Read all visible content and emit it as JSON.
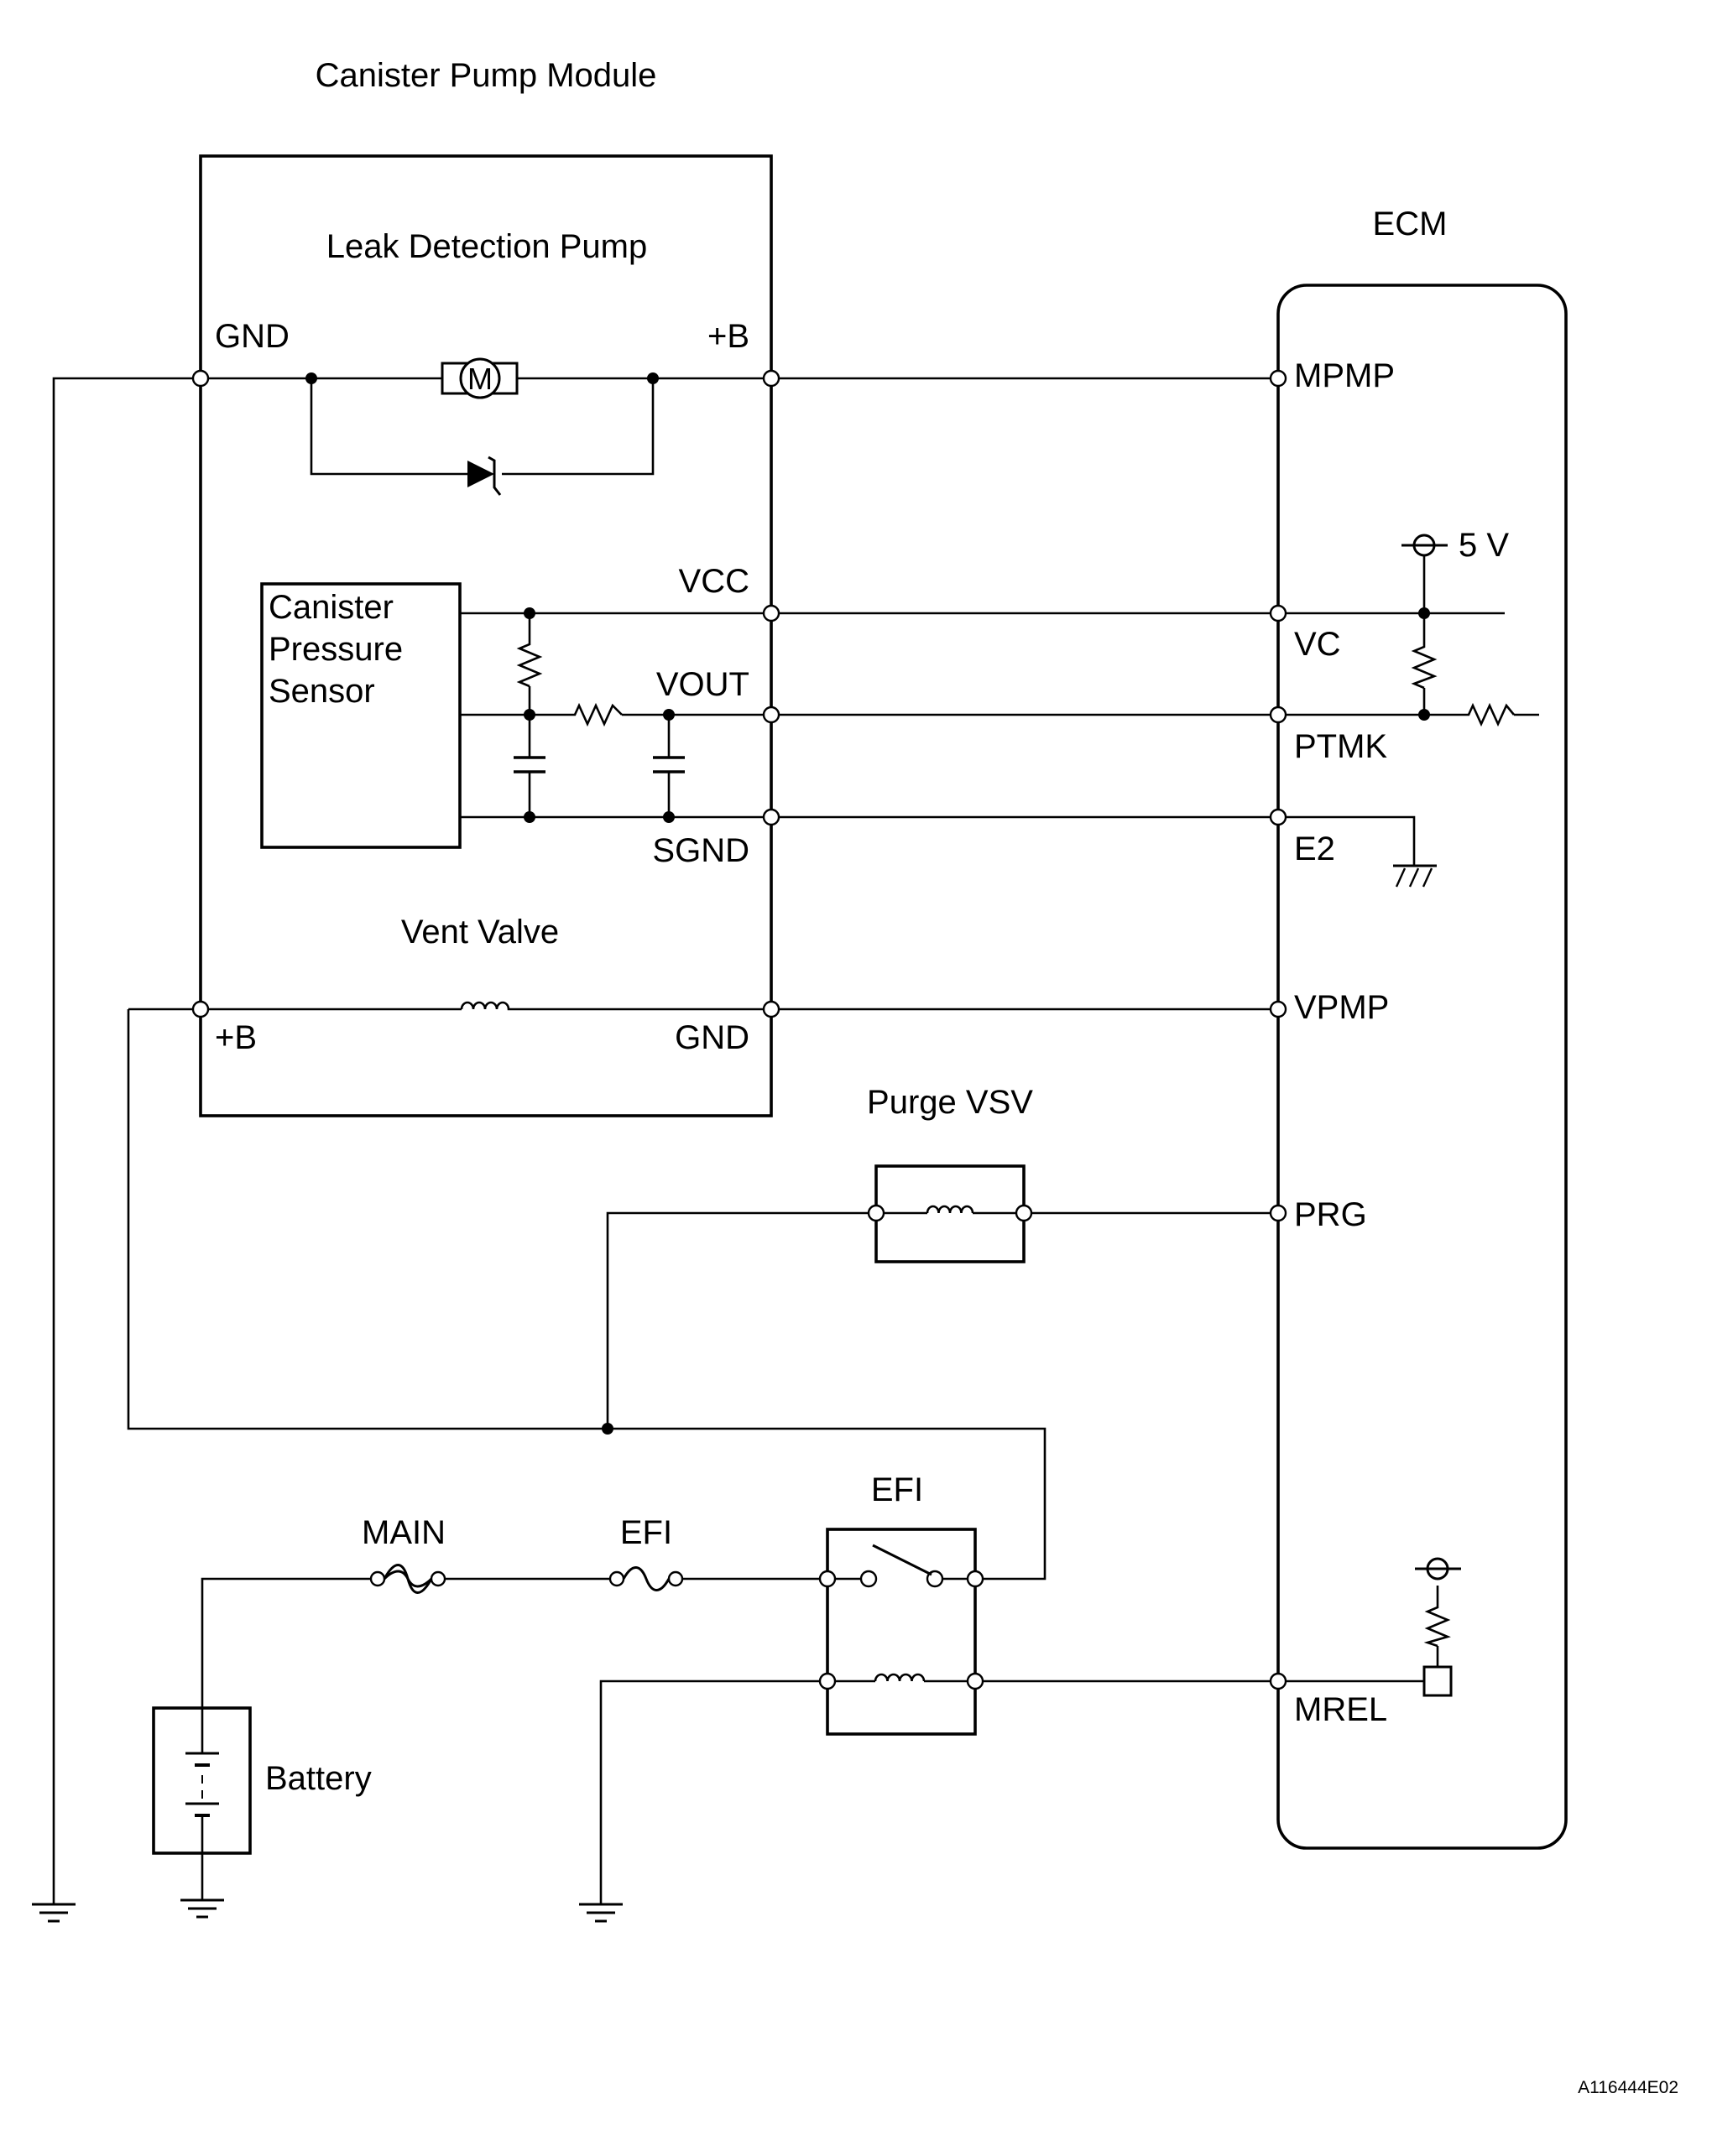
{
  "module": {
    "title": "Canister Pump Module",
    "leak_pump_title": "Leak Detection Pump",
    "motor_symbol": "M",
    "gnd_label": "GND",
    "plus_b_label": "+B",
    "sensor_label": [
      "Canister",
      "Pressure",
      "Sensor"
    ],
    "vcc_label": "VCC",
    "vout_label": "VOUT",
    "sgnd_label": "SGND",
    "vent_valve_title": "Vent Valve",
    "vent_plus_b_label": "+B",
    "vent_gnd_label": "GND"
  },
  "ecm": {
    "title": "ECM",
    "pins": {
      "mpmp": "MPMP",
      "vc": "VC",
      "ptmk": "PTMK",
      "e2": "E2",
      "vpmp": "VPMP",
      "prg": "PRG",
      "mrel": "MREL"
    },
    "supply_label": "5 V"
  },
  "purge_vsv": {
    "title": "Purge VSV"
  },
  "relay": {
    "title": "EFI"
  },
  "fuses": {
    "main": "MAIN",
    "efi": "EFI"
  },
  "battery": {
    "label": "Battery"
  },
  "figure_id": "A116444E02"
}
